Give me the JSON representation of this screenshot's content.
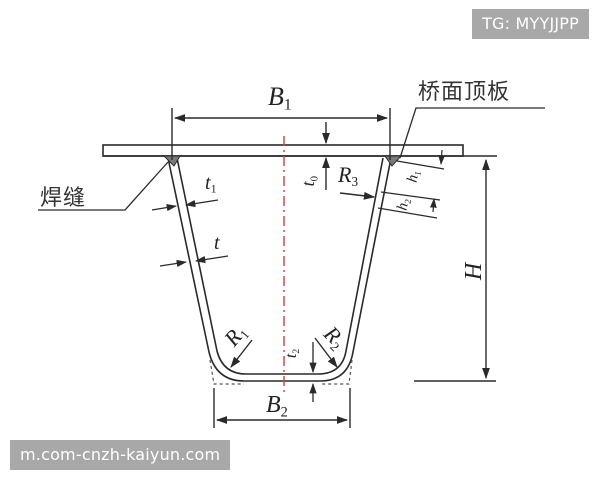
{
  "watermarks": {
    "top_right": "TG: MYYJJPP",
    "bottom_left": "m.com-cnzh-kaiyun.com"
  },
  "labels": {
    "deck_plate": "桥面顶板",
    "weld": "焊缝",
    "B1": {
      "main": "B",
      "sub": "1"
    },
    "B2": {
      "main": "B",
      "sub": "2"
    },
    "H": {
      "main": "H"
    },
    "t": {
      "main": "t"
    },
    "t0": {
      "main": "t",
      "sub": "0"
    },
    "t1": {
      "main": "t",
      "sub": "1"
    },
    "t2": {
      "main": "t",
      "sub": "2"
    },
    "R1": {
      "main": "R",
      "sub": "1"
    },
    "R2": {
      "main": "R",
      "sub": "2"
    },
    "R3": {
      "main": "R",
      "sub": "3"
    },
    "h1": {
      "main": "h",
      "sub": "1"
    },
    "h2": {
      "main": "h",
      "sub": "2"
    }
  },
  "colors": {
    "line": "#2a2a2a",
    "centerline": "#d04a4a",
    "weld_fill": "#7a7a7a",
    "watermark_bg": "#a8a8a8",
    "watermark_text": "#ffffff"
  }
}
